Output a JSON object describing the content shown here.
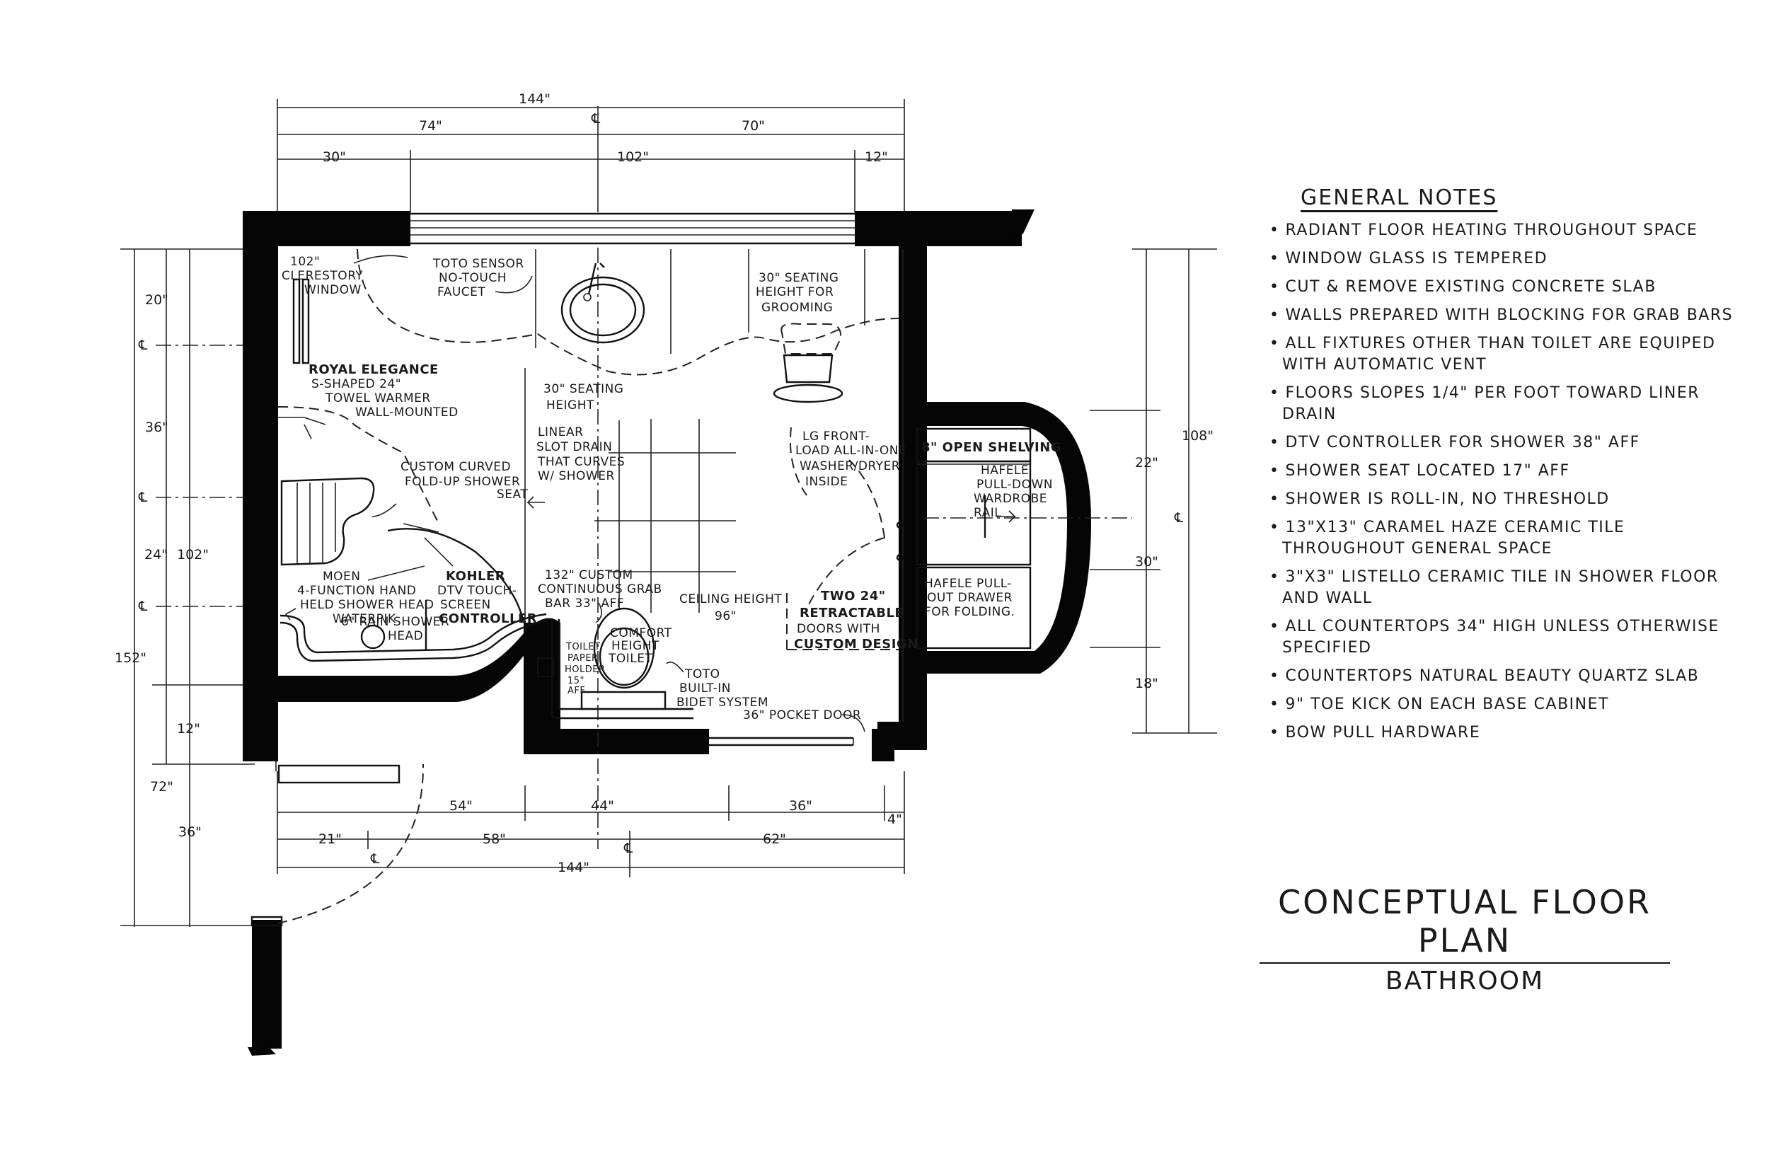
{
  "dimensions": {
    "top_overall": "144\"",
    "top_left": "74\"",
    "top_right": "70\"",
    "top_a": "30\"",
    "top_b": "102\"",
    "top_c": "12\"",
    "left_a": "20\"",
    "left_b": "36\"",
    "left_c": "24\"",
    "left_d": "102\"",
    "left_e": "12\"",
    "left_f": "72\"",
    "left_g": "36\"",
    "left_overall": "152\"",
    "right_overall": "108\"",
    "right_a": "22\"",
    "right_b": "30\"",
    "right_c": "18\"",
    "bottom_a": "54\"",
    "bottom_b": "44\"",
    "bottom_c": "36\"",
    "bottom_d": "4\"",
    "bottom_e": "21\"",
    "bottom_f": "58\"",
    "bottom_g": "62\"",
    "bottom_overall": "144\""
  },
  "centerline_symbol": "℄",
  "callouts": {
    "clerestory": [
      "102\"",
      "CLERESTORY",
      "WINDOW"
    ],
    "faucet": [
      "TOTO SENSOR",
      "NO-TOUCH",
      "FAUCET"
    ],
    "grooming": [
      "30\" SEATING",
      "HEIGHT FOR",
      "GROOMING"
    ],
    "towel_warmer": [
      "ROYAL ELEGANCE",
      "S-SHAPED 24\"",
      "TOWEL WARMER",
      "WALL-MOUNTED"
    ],
    "seating_height": [
      "30\" SEATING",
      "HEIGHT"
    ],
    "slot_drain": [
      "LINEAR",
      "SLOT DRAIN",
      "THAT CURVES",
      "W/ SHOWER"
    ],
    "shower_seat": [
      "CUSTOM CURVED",
      "FOLD-UP SHOWER",
      "SEAT"
    ],
    "washer": [
      "LG FRONT-",
      "LOAD ALL-IN-ONE",
      "WASHER/DRYER",
      "INSIDE"
    ],
    "open_shelving": "8\" OPEN SHELVING",
    "wardrobe": [
      "HAFELE",
      "PULL-DOWN",
      "WARDROBE",
      "RAIL"
    ],
    "drawer": [
      "HAFELE PULL-",
      "OUT DRAWER",
      "FOR FOLDING."
    ],
    "shower_head": [
      "MOEN",
      "4-FUNCTION HAND",
      "HELD SHOWER HEAD",
      "WATERPIK"
    ],
    "rain_head": [
      "6\" RAIN SHOWER",
      "HEAD"
    ],
    "kohler": [
      "KOHLER",
      "DTV TOUCH-",
      "SCREEN",
      "CONTROLLER"
    ],
    "grab_bar": [
      "132\" CUSTOM",
      "CONTINUOUS GRAB",
      "BAR 33\" AFF"
    ],
    "ceiling": [
      "CEILING HEIGHT",
      "96\""
    ],
    "retractable": [
      "TWO 24\"",
      "RETRACTABLE",
      "DOORS WITH",
      "CUSTOM DESIGN"
    ],
    "comfort_toilet": [
      "COMFORT",
      "HEIGHT",
      "TOILET"
    ],
    "paper_holder": [
      "TOILET",
      "PAPER",
      "HOLDER",
      "15\"",
      "AFF"
    ],
    "bidet": [
      "TOTO",
      "BUILT-IN",
      "BIDET SYSTEM"
    ],
    "pocket_door": "36\" POCKET DOOR"
  },
  "general_notes": {
    "title": "GENERAL NOTES",
    "items": [
      "Radiant floor heating throughout space",
      "Window glass is tempered",
      "Cut & remove existing concrete slab",
      "Walls prepared with blocking for grab bars",
      "All fixtures other than toilet are equiped with automatic vent",
      "Floors slopes 1/4\" per foot toward liner drain",
      "DTV controller for shower 38\" AFF",
      "Shower seat located 17\" AFF",
      "Shower is roll-in, no threshold",
      "13\"x13\" caramel haze ceramic tile throughout general space",
      "3\"x3\" listello ceramic tile in shower floor and wall",
      "All countertops 34\" high unless otherwise specified",
      "Countertops natural beauty quartz slab",
      "9\" toe kick on each base cabinet",
      "Bow pull hardware"
    ]
  },
  "plan_title": {
    "main": "CONCEPTUAL FLOOR PLAN",
    "sub": "BATHROOM"
  }
}
